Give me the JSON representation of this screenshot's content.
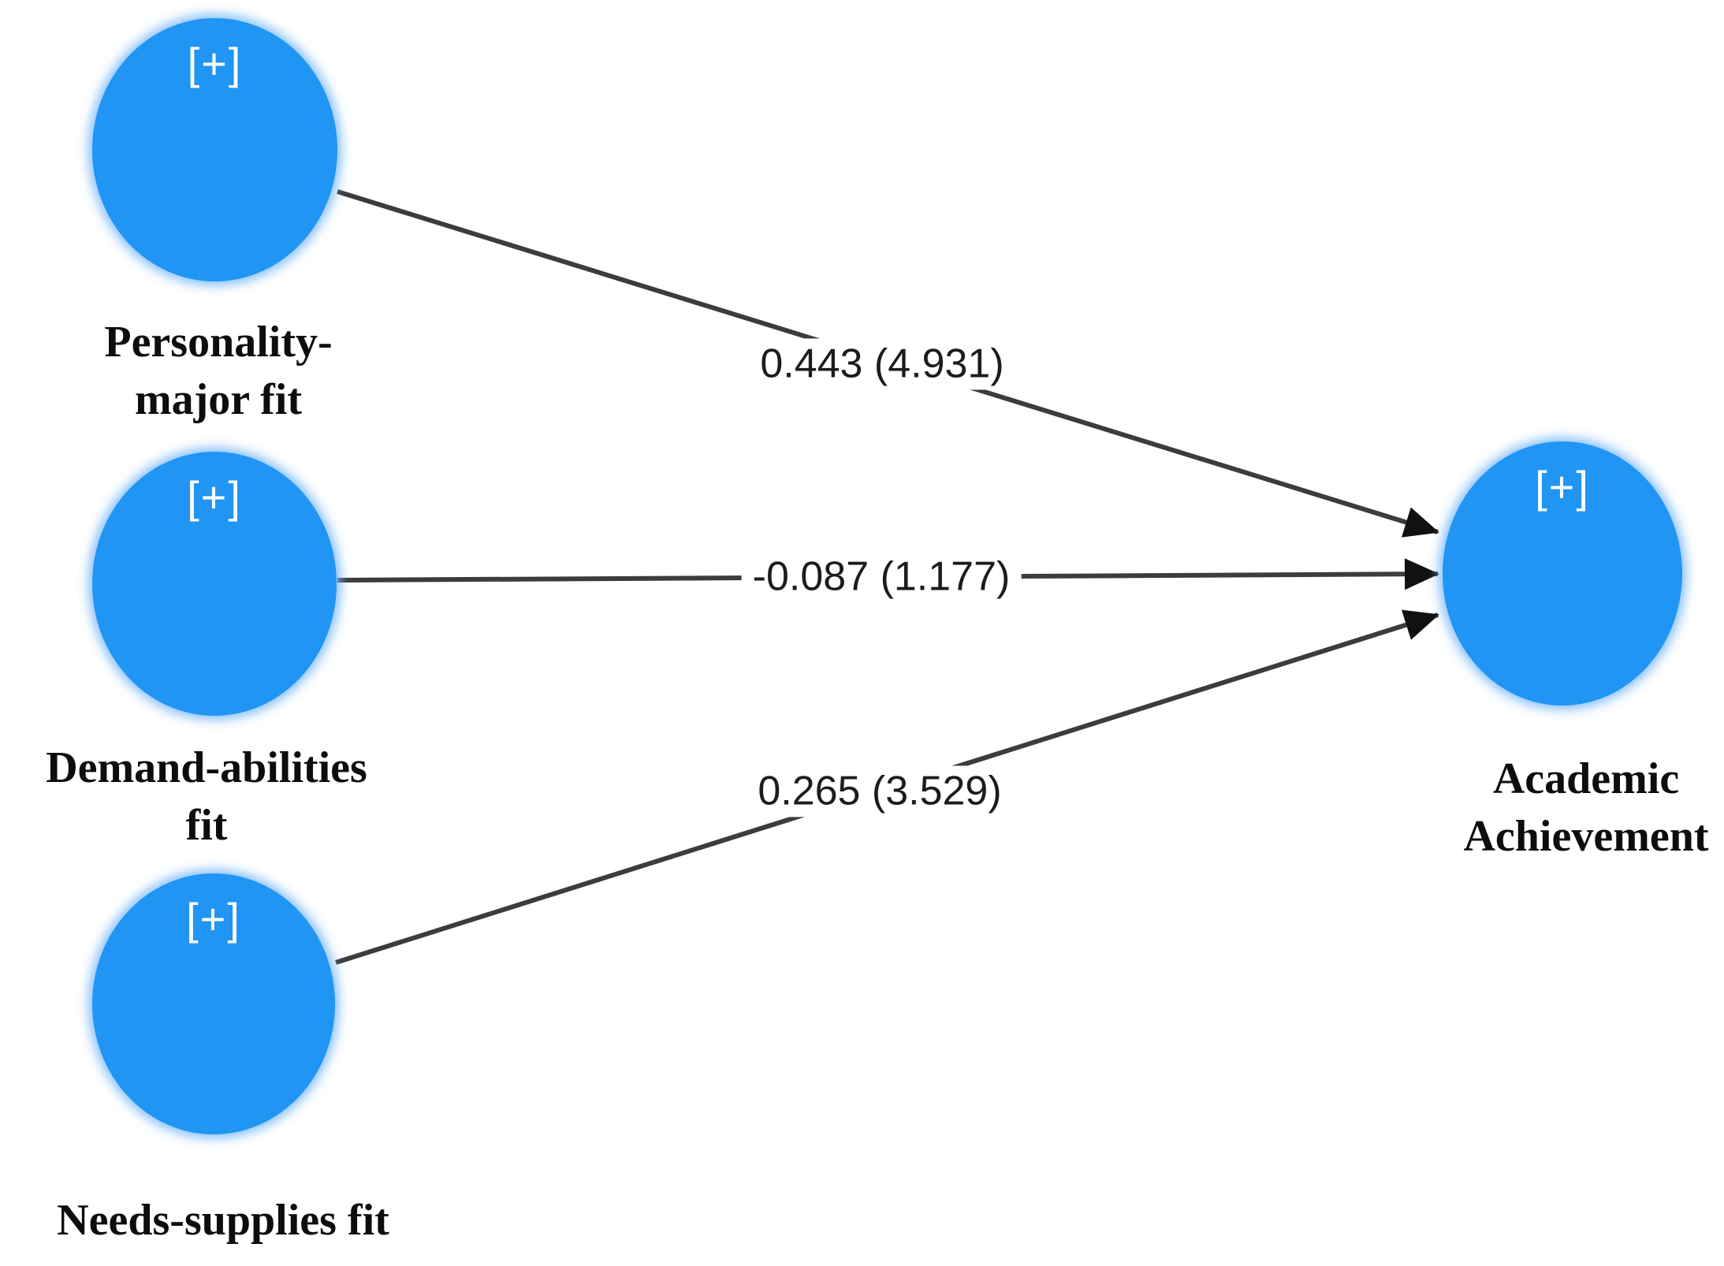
{
  "diagram": {
    "kind": "structural-equation-path-model",
    "background_color": "#ffffff",
    "node_fill_color": "#2095f3",
    "node_glow_color": "#6eb4f8",
    "node_text_color": "#ffffff",
    "line_color": "#3c3c3c",
    "arrowhead_color": "#111111",
    "nodes": [
      {
        "id": "personality-major-fit",
        "expand_icon": "[+]",
        "label_line1": "Personality-",
        "label_line2": "major fit"
      },
      {
        "id": "demand-abilities-fit",
        "expand_icon": "[+]",
        "label_line1": "Demand-abilities",
        "label_line2": "fit"
      },
      {
        "id": "needs-supplies-fit",
        "expand_icon": "[+]",
        "label_line1": "Needs-supplies fit",
        "label_line2": ""
      },
      {
        "id": "academic-achievement",
        "expand_icon": "[+]",
        "label_line1": "Academic",
        "label_line2": "Achievement"
      }
    ],
    "paths": [
      {
        "from": "Personality-major fit",
        "to": "Academic Achievement",
        "coefficient": "0.443 (4.931)"
      },
      {
        "from": "Demand-abilities fit",
        "to": "Academic Achievement",
        "coefficient": "-0.087 (1.177)"
      },
      {
        "from": "Needs-supplies fit",
        "to": "Academic Achievement",
        "coefficient": "0.265 (3.529)"
      }
    ]
  }
}
